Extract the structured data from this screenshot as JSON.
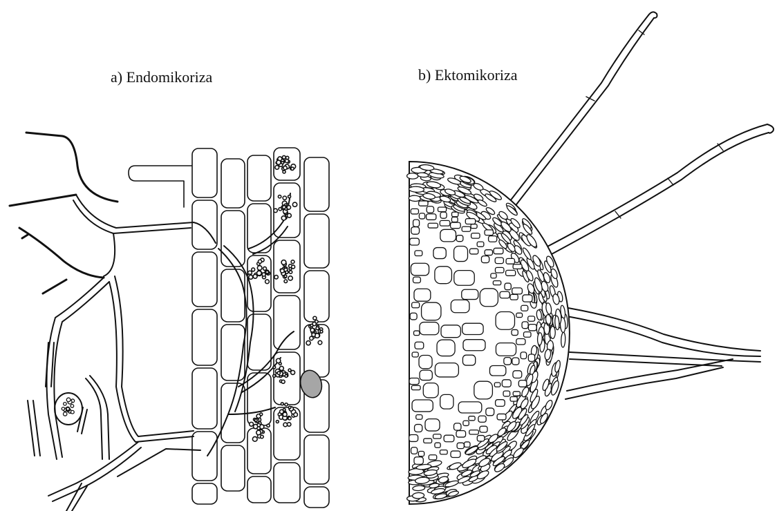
{
  "panels": [
    {
      "id": "a",
      "label": "a) Endomikoriza"
    },
    {
      "id": "b",
      "label": "b) Ektomikoriza"
    }
  ],
  "colors": {
    "line": "#111111",
    "nucleus": "#a6a6a6",
    "background": "#ffffff"
  }
}
